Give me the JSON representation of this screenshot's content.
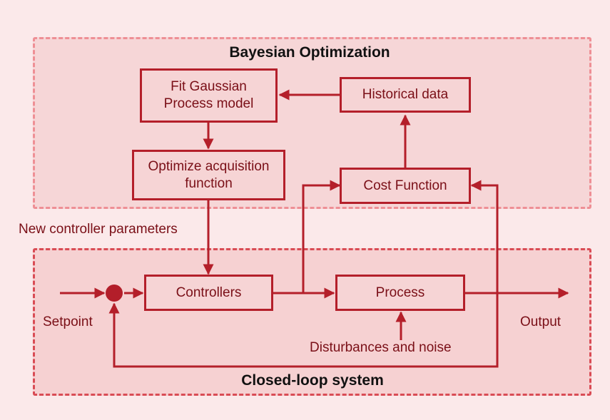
{
  "regions": {
    "bayesian": {
      "title": "Bayesian Optimization"
    },
    "closed_loop": {
      "title": "Closed-loop system"
    }
  },
  "blocks": {
    "fit_gp": "Fit Gaussian Process model",
    "historical": "Historical data",
    "optimize": "Optimize acquisition function",
    "cost": "Cost Function",
    "controllers": "Controllers",
    "process": "Process"
  },
  "labels": {
    "new_params": "New controller parameters",
    "setpoint": "Setpoint",
    "output": "Output",
    "disturbances": "Disturbances and noise"
  },
  "colors": {
    "line": "#b41f2a",
    "summing_junction": "#b31e2a",
    "region_border": "#e06b72"
  }
}
